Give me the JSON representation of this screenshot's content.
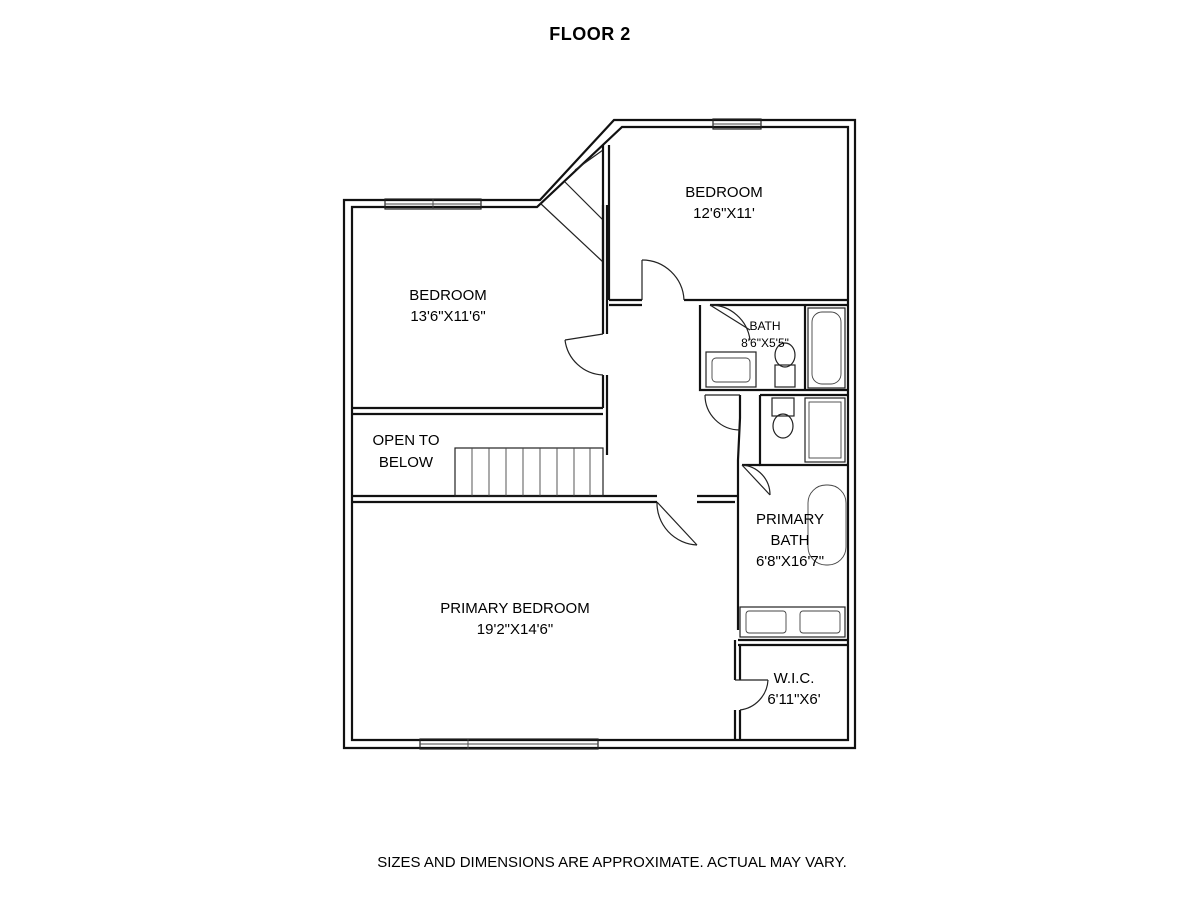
{
  "title": "FLOOR 2",
  "disclaimer": "SIZES AND DIMENSIONS ARE APPROXIMATE. ACTUAL MAY VARY.",
  "rooms": {
    "bedroom_right": {
      "name": "BEDROOM",
      "size": "12'6\"X11'"
    },
    "bedroom_left": {
      "name": "BEDROOM",
      "size": "13'6\"X11'6\""
    },
    "bath": {
      "name": "BATH",
      "size": "8'6\"X5'5\""
    },
    "open_to_below": {
      "line1": "OPEN TO",
      "line2": "BELOW"
    },
    "primary_bath": {
      "line1": "PRIMARY",
      "line2": "BATH",
      "size": "6'8\"X16'7\""
    },
    "primary_bedroom": {
      "name": "PRIMARY BEDROOM",
      "size": "19'2\"X14'6\""
    },
    "wic": {
      "name": "W.I.C.",
      "size": "6'11\"X6'"
    }
  }
}
